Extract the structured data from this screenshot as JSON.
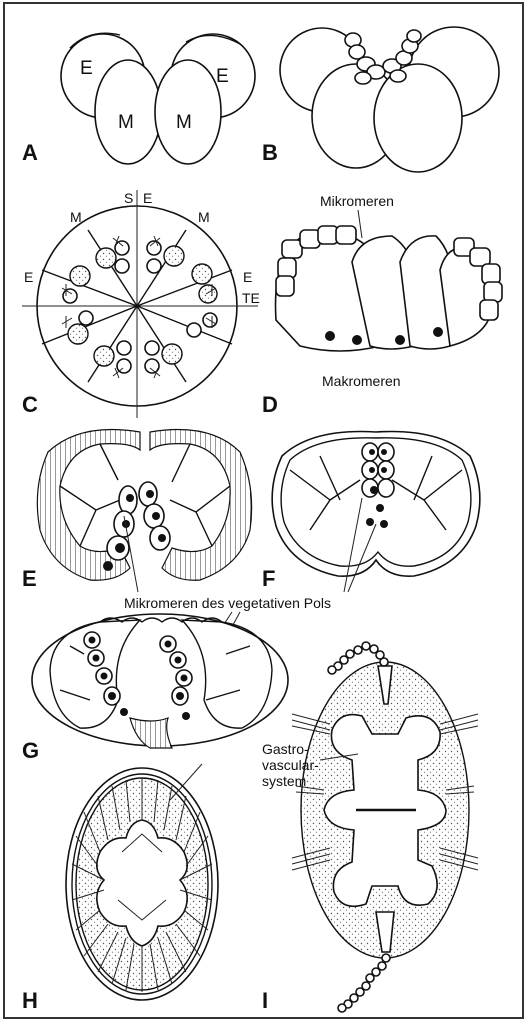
{
  "panels": {
    "a": {
      "letter": "A",
      "cells": [
        "E",
        "M",
        "M",
        "E"
      ]
    },
    "b": {
      "letter": "B"
    },
    "c": {
      "letter": "C",
      "labels": {
        "s": "S",
        "e_top": "E",
        "m_left": "M",
        "m_right": "M",
        "e_left": "E",
        "e_right": "E",
        "te": "TE"
      }
    },
    "d": {
      "letter": "D",
      "top_label": "Mikromeren",
      "bottom_label": "Makromeren"
    },
    "e": {
      "letter": "E"
    },
    "f": {
      "letter": "F"
    },
    "g": {
      "letter": "G"
    },
    "h": {
      "letter": "H"
    },
    "i": {
      "letter": "I"
    }
  },
  "annotations": {
    "vegetative_pole": "Mikromeren des vegetativen Pols",
    "gastro_line1": "Gastro-",
    "gastro_line2": "vascular-",
    "gastro_line3": "system"
  },
  "colors": {
    "ink": "#111111",
    "background": "#ffffff",
    "frame": "#333333"
  }
}
